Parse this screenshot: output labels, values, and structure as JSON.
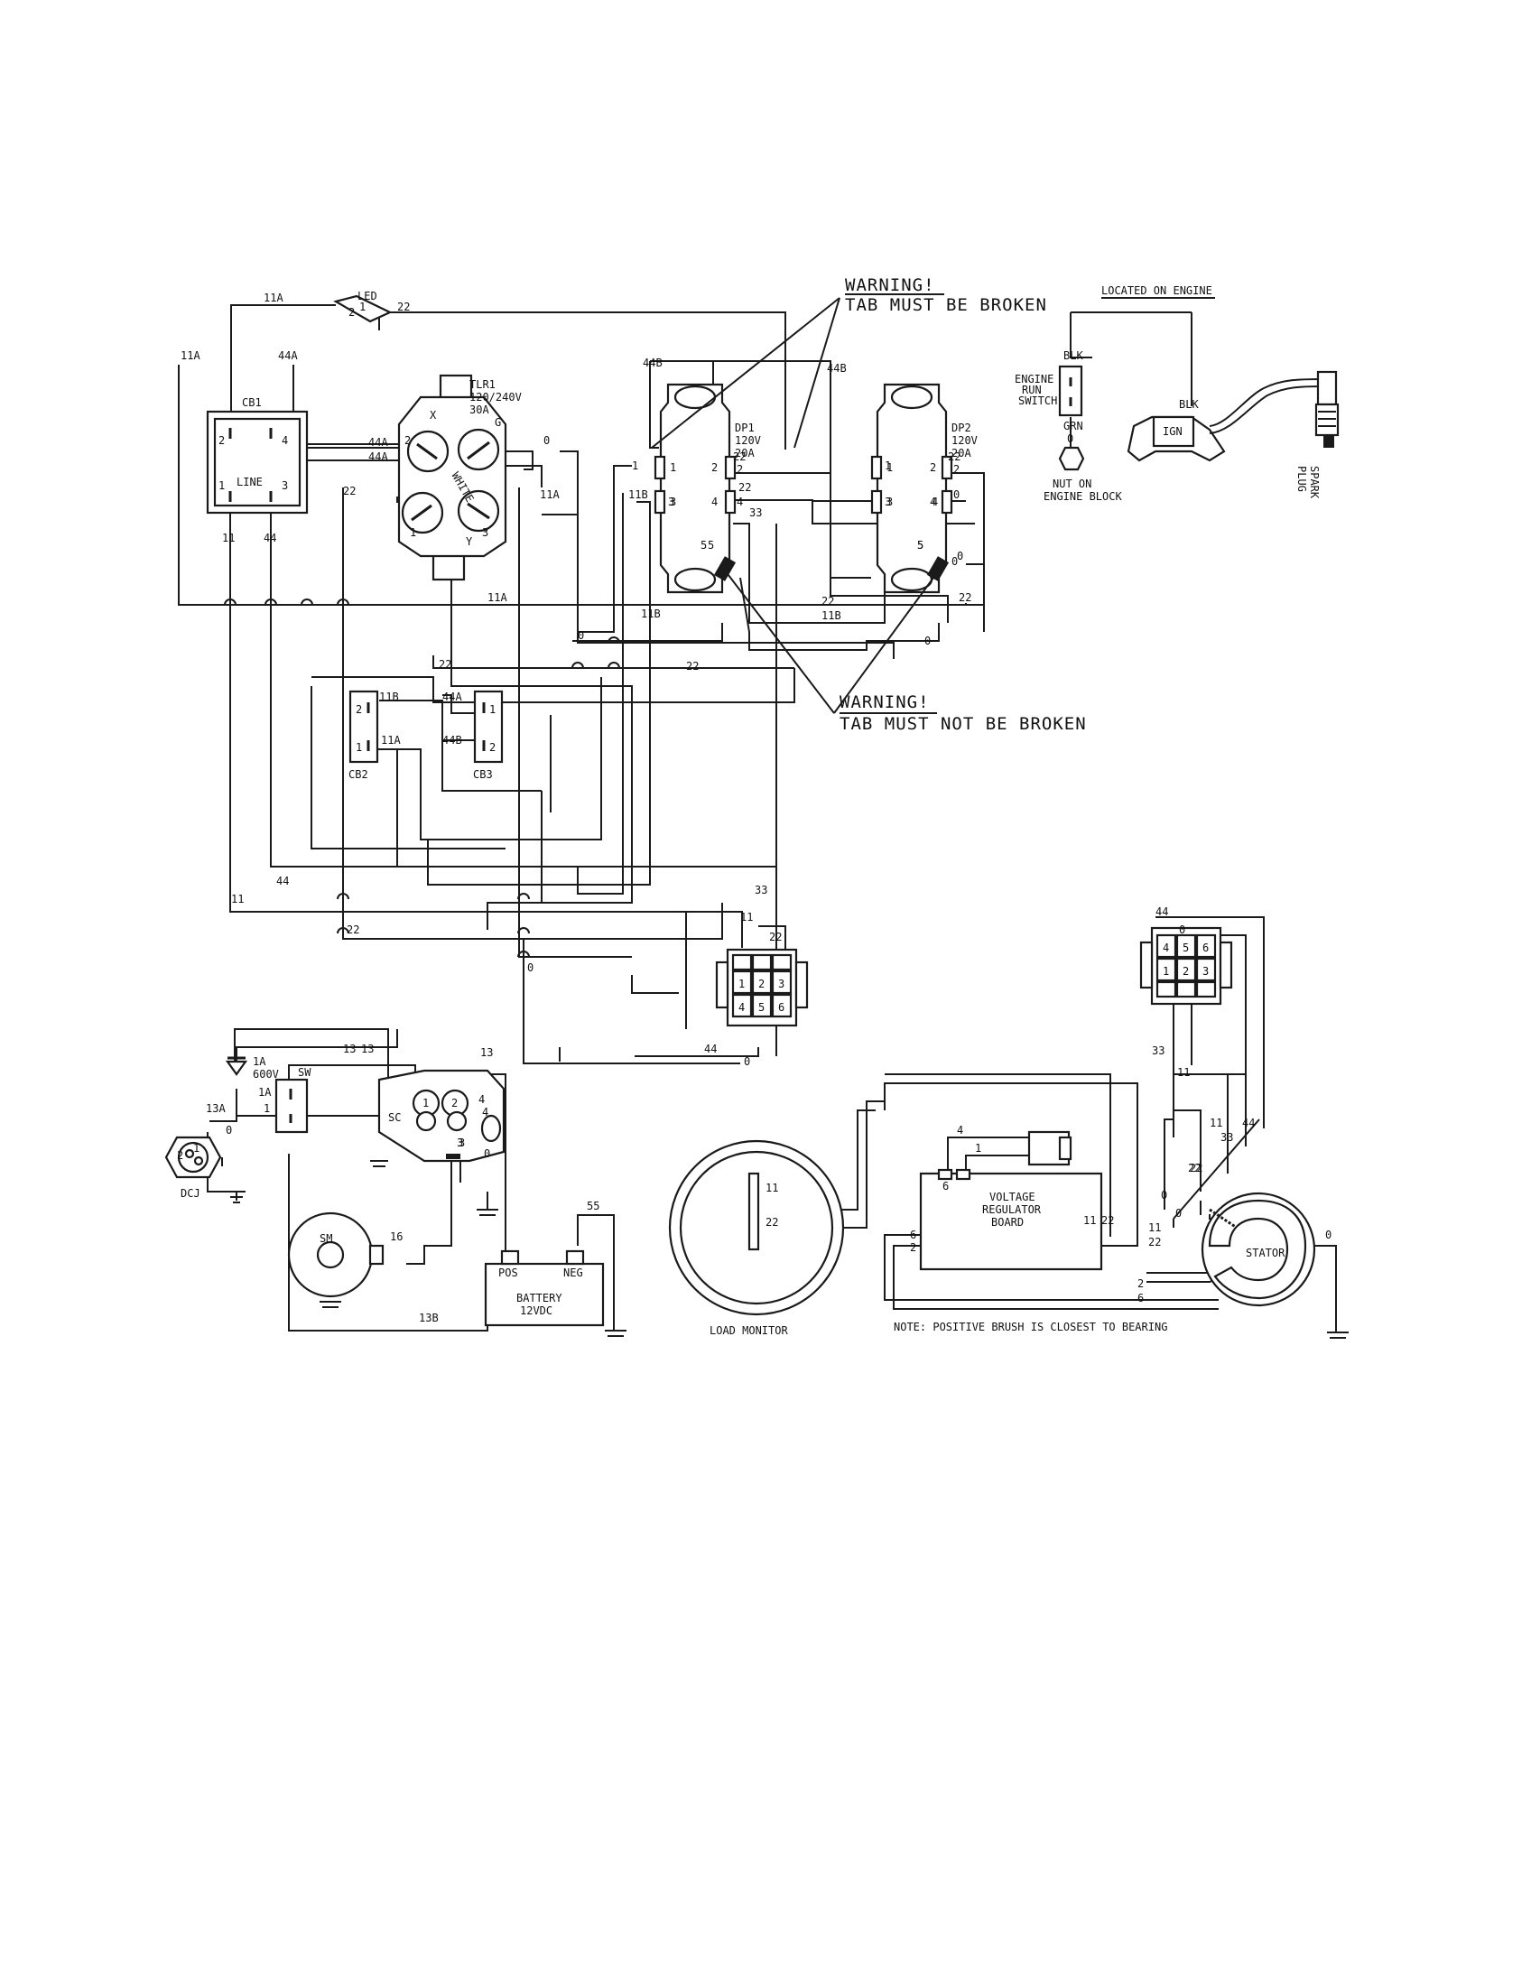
{
  "warnings": {
    "top": {
      "title": "WARNING!",
      "line": "TAB MUST BE BROKEN"
    },
    "bottom": {
      "title": "WARNING!",
      "line": "TAB MUST NOT BE BROKEN"
    }
  },
  "engine": {
    "located_on_engine": "LOCATED ON ENGINE",
    "run_switch": [
      "ENGINE",
      "RUN",
      "SWITCH"
    ],
    "blk": "BLK",
    "blk2": "BLK",
    "grn": "GRN",
    "grn_num": "0",
    "nut_on_engine_block": [
      "NUT ON",
      "ENGINE BLOCK"
    ],
    "ign": "IGN",
    "spark_plug": [
      "SPARK",
      "PLUG"
    ]
  },
  "led": {
    "label": "LED",
    "pin1": "1",
    "pin2": "2"
  },
  "cb1": {
    "name": "CB1",
    "line": "LINE",
    "pins": [
      "2",
      "4",
      "1",
      "3"
    ]
  },
  "tlr1": {
    "name": "TLR1",
    "rating1": "120/240V",
    "rating2": "30A",
    "white": "WHITE",
    "pins": [
      "2",
      "1",
      "3",
      "X",
      "Y",
      "G"
    ]
  },
  "dp1": {
    "name": "DP1",
    "rating1": "120V",
    "rating2": "20A",
    "pins": [
      "1",
      "2",
      "3",
      "4",
      "5"
    ]
  },
  "dp2": {
    "name": "DP2",
    "rating1": "120V",
    "rating2": "20A",
    "pins": [
      "1",
      "2",
      "3",
      "4",
      "5"
    ]
  },
  "cb2": {
    "name": "CB2",
    "pins": [
      "2",
      "1"
    ]
  },
  "cb3": {
    "name": "CB3",
    "pins": [
      "1",
      "2"
    ]
  },
  "plug_a": {
    "pins": [
      "1",
      "2",
      "3",
      "4",
      "5",
      "6"
    ]
  },
  "plug_b": {
    "pins": [
      "4",
      "5",
      "6",
      "1",
      "2",
      "3"
    ]
  },
  "diode": {
    "rating1": "1A",
    "rating2": "600V"
  },
  "dcj": {
    "name": "DCJ",
    "pins": [
      "2",
      "1"
    ]
  },
  "sw": {
    "name": "SW",
    "pin_a": "1A",
    "pin_b": "1"
  },
  "sc": {
    "name": "SC",
    "pins": [
      "1",
      "2",
      "3",
      "4"
    ]
  },
  "sm": {
    "name": "SM"
  },
  "battery": {
    "pos": "POS",
    "neg": "NEG",
    "name": "BATTERY",
    "rating": "12VDC"
  },
  "load_monitor": {
    "name": "LOAD MONITOR"
  },
  "vrb": {
    "name": [
      "VOLTAGE",
      "REGULATOR",
      "BOARD"
    ],
    "pins": [
      "6",
      "6",
      "2"
    ]
  },
  "stator": {
    "name": "STATOR"
  },
  "note": "NOTE: POSITIVE BRUSH IS CLOSEST TO BEARING",
  "wires": [
    "11A",
    "22",
    "44B",
    "44B",
    "11A",
    "44A",
    "44A",
    "44A",
    "11B",
    "1",
    "2",
    "22",
    "3",
    "4",
    "22",
    "33",
    "5",
    "22",
    "2",
    "1",
    "3",
    "4",
    "0",
    "5",
    "0",
    "11A",
    "22",
    "11A",
    "11",
    "44",
    "11B",
    "22",
    "11B",
    "22",
    "0",
    "0",
    "22",
    "22",
    "11B",
    "44A",
    "11A",
    "44B",
    "44",
    "11",
    "33",
    "11",
    "22",
    "22",
    "0",
    "44",
    "0",
    "44",
    "0",
    "33",
    "11",
    "22",
    "11",
    "0",
    "22",
    "33",
    "44",
    "13",
    "13",
    "13",
    "13A",
    "0",
    "4",
    "0",
    "3",
    "16",
    "13B",
    "55",
    "4",
    "1",
    "11",
    "22",
    "11",
    "22",
    "11",
    "22",
    "2",
    "6",
    "0",
    "0",
    "0",
    "0"
  ]
}
